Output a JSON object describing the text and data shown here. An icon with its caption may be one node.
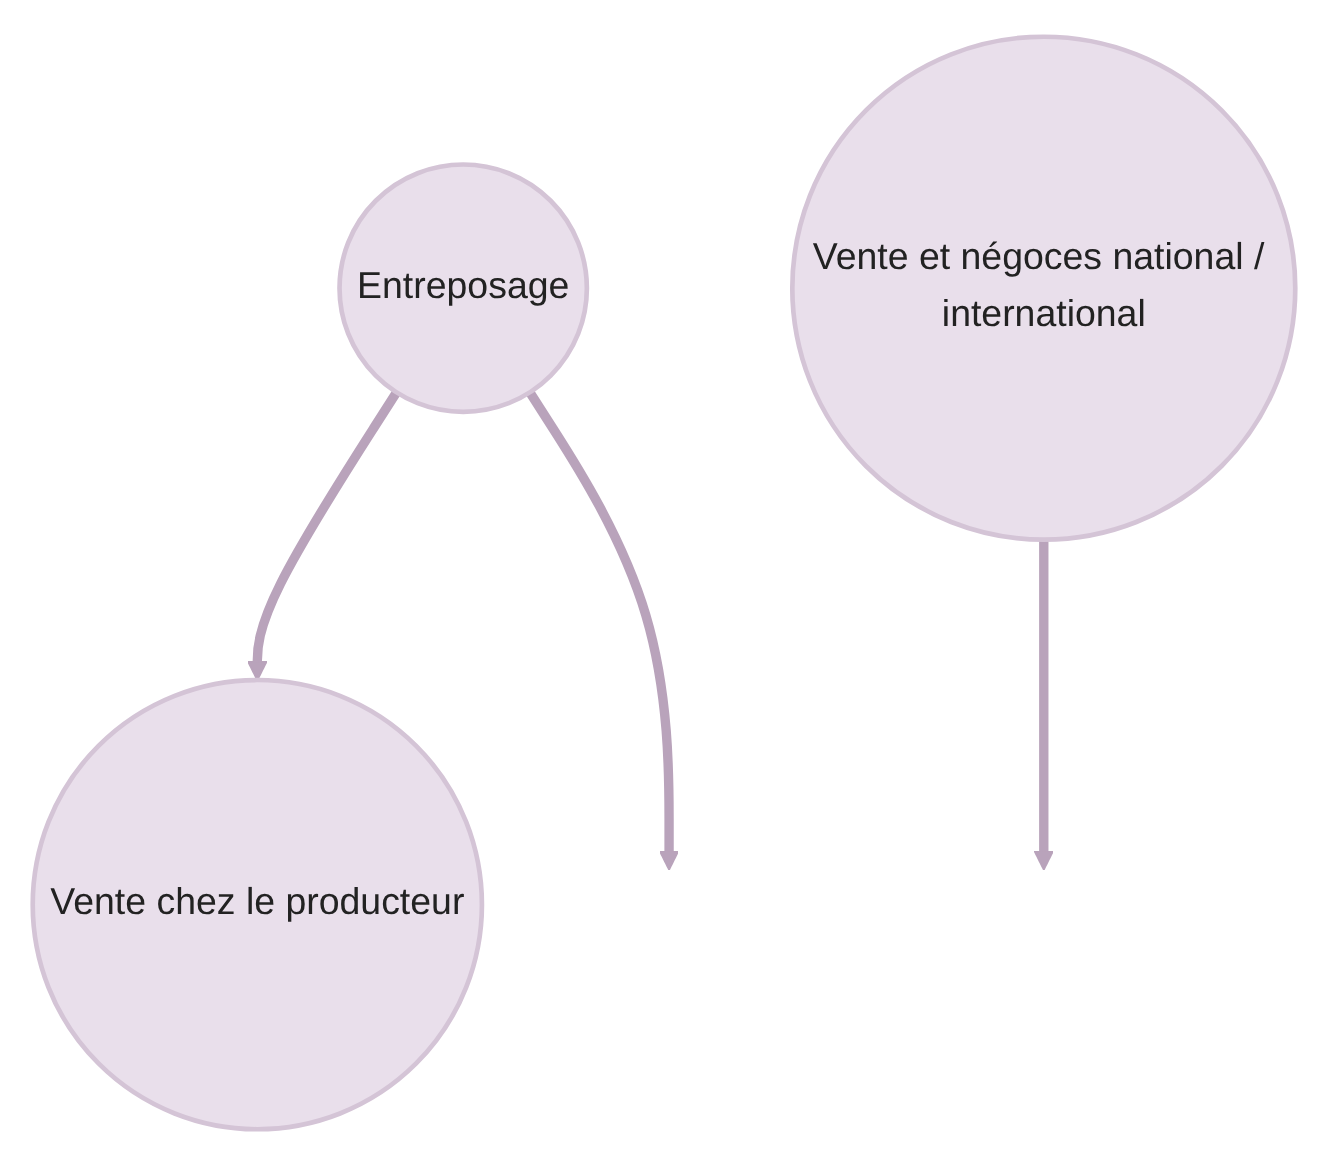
{
  "diagram": {
    "nodes": [
      {
        "text": [
          "Vente chez le producteur"
        ]
      },
      {
        "text": [
          "Entreposage"
        ]
      },
      {
        "text": [
          "Vente et négoces national / international"
        ]
      }
    ],
    "edges": [
      {
        "from": 1,
        "to": 0,
        "arrow": "to"
      },
      {
        "from": 1,
        "to": null,
        "arrow": "to"
      },
      {
        "from": 2,
        "to": null,
        "arrow": "to"
      }
    ]
  }
}
